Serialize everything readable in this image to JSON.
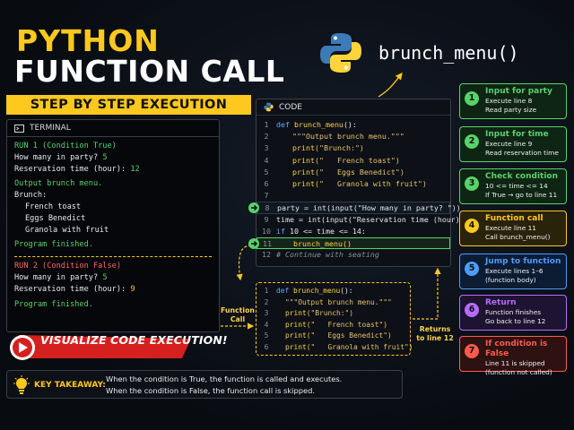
{
  "title": {
    "line1": "PYTHON",
    "line2": "FUNCTION CALL",
    "banner": "STEP BY STEP EXECUTION"
  },
  "function_label": "brunch_menu()",
  "terminal": {
    "title": "TERMINAL",
    "run1": {
      "header": "RUN 1 (Condition True)",
      "party_prompt": "How many in party? ",
      "party_value": "5",
      "time_prompt": "Reservation time (hour): ",
      "time_value": "12",
      "output_label": "Output brunch menu.",
      "menu_title": "Brunch:",
      "items": [
        "French toast",
        "Eggs Benedict",
        "Granola with fruit"
      ],
      "finished": "Program finished."
    },
    "run2": {
      "header": "RUN 2 (Condition False)",
      "party_prompt": "How many in party? ",
      "party_value": "5",
      "time_prompt": "Reservation time (hour): ",
      "time_value": "9",
      "finished": "Program finished."
    }
  },
  "code": {
    "title": "CODE",
    "line_numbers": [
      "1",
      "2",
      "3",
      "4",
      "5",
      "6",
      "7",
      "8",
      "9",
      "10",
      "11",
      "12"
    ],
    "l1_kw": "def ",
    "l1_fn": "brunch_menu",
    "l1_rest": "():",
    "l2": "\"\"\"Output brunch menu.\"\"\"",
    "l3_fn": "print",
    "l3_str": "(\"Brunch:\")",
    "l4_fn": "print",
    "l4_str": "(\"   French toast\")",
    "l5_fn": "print",
    "l5_str": "(\"   Eggs Benedict\")",
    "l6_fn": "print",
    "l6_str": "(\"   Granola with fruit\")",
    "l8": "party = int(input(\"How many in party? \"))",
    "l9": "time = int(input(\"Reservation time (hour): \"))",
    "l10_kw": "if ",
    "l10_rest": "10 <= time <= 14:",
    "l11": "brunch_menu()",
    "l12": "# Continue with seating"
  },
  "function_body": {
    "line_numbers": [
      "1",
      "2",
      "3",
      "4",
      "5",
      "6"
    ],
    "l1_kw": "def ",
    "l1_fn": "brunch_menu",
    "l1_rest": "():",
    "l2": "\"\"\"Output brunch menu.\"\"\"",
    "l3_fn": "print",
    "l3_str": "(\"Brunch:\")",
    "l4_fn": "print",
    "l4_str": "(\"   French toast\")",
    "l5_fn": "print",
    "l5_str": "(\"   Eggs Benedict\")",
    "l6_fn": "print",
    "l6_str": "(\"   Granola with fruit\")"
  },
  "notes": {
    "function_call_1": "Function",
    "function_call_2": "Call",
    "returns_1": "Returns",
    "returns_2": "to line 12"
  },
  "steps": [
    {
      "num": "1",
      "title": "Input for party",
      "desc1": "Execute line 8",
      "desc2": "Read party size",
      "color": "#58d26a"
    },
    {
      "num": "2",
      "title": "Input for time",
      "desc1": "Execute line 9",
      "desc2": "Read reservation time",
      "color": "#58d26a"
    },
    {
      "num": "3",
      "title": "Check condition",
      "desc1": "10 <= time <= 14",
      "desc2": "If True → go to line 11",
      "color": "#58d26a"
    },
    {
      "num": "4",
      "title": "Function call",
      "desc1": "Execute line 11",
      "desc2": "Call brunch_menu()",
      "color": "#ffc81e"
    },
    {
      "num": "5",
      "title": "Jump to function",
      "desc1": "Execute lines 1–6",
      "desc2": "(function body)",
      "color": "#4d9cff"
    },
    {
      "num": "6",
      "title": "Return",
      "desc1": "Function finishes",
      "desc2": "Go back to line 12",
      "color": "#b46cff"
    },
    {
      "num": "7",
      "title": "If condition is False",
      "desc1": "Line 11 is skipped",
      "desc2": "(function not called)",
      "color": "#ff5a4e"
    }
  ],
  "visualize": "VISUALIZE CODE EXECUTION!",
  "takeaway": {
    "label": "KEY TAKEAWAY:",
    "line1": "When the condition  is True, the function is called and executes.",
    "line2": "When the condition  is False, the function call is skipped."
  }
}
